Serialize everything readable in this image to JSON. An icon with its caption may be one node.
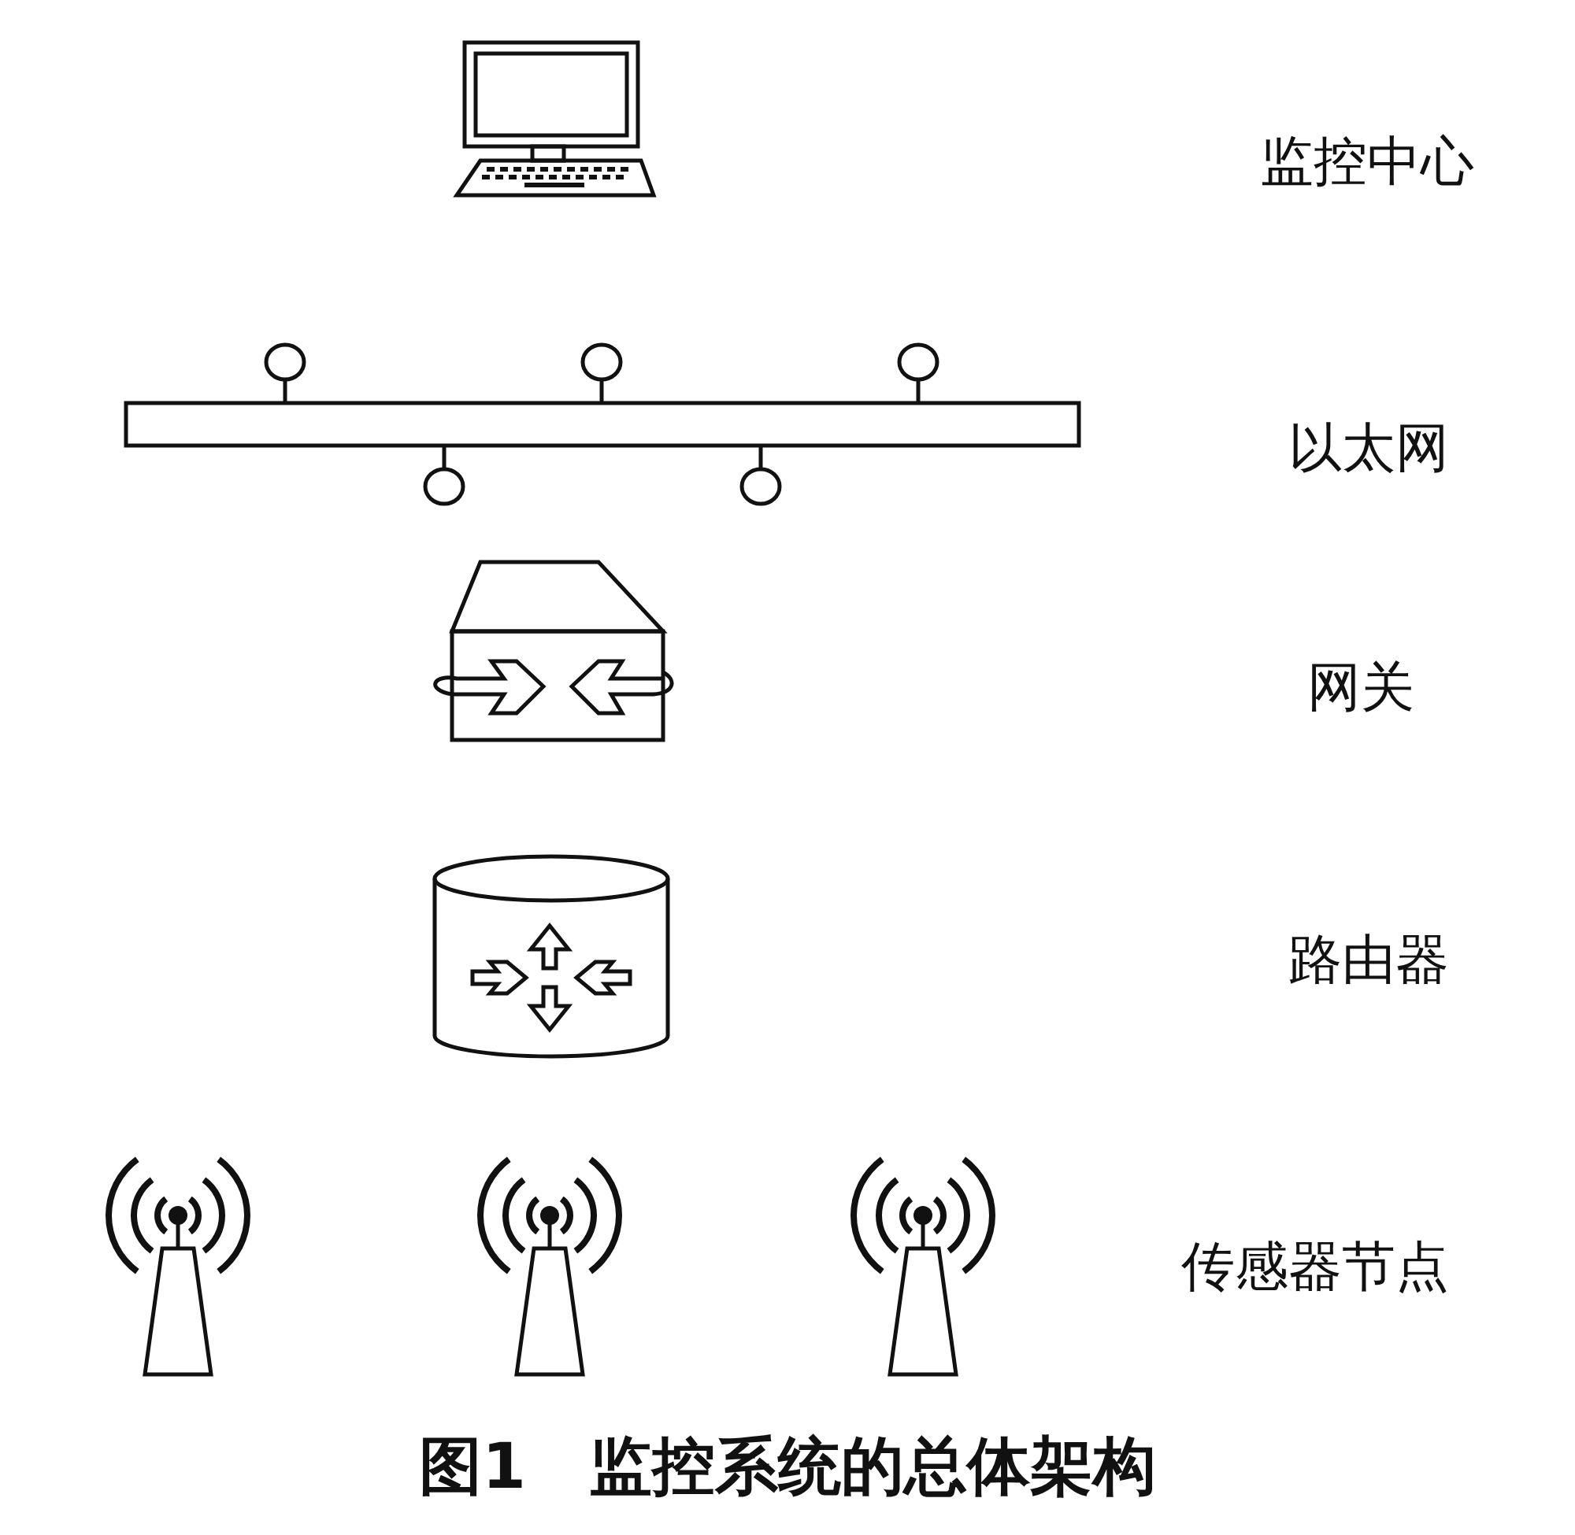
{
  "diagram": {
    "caption": "图1　监控系统的总体架构",
    "labels": [
      "监控中心",
      "以太网",
      "网关",
      "路由器",
      "传感器节点"
    ]
  }
}
